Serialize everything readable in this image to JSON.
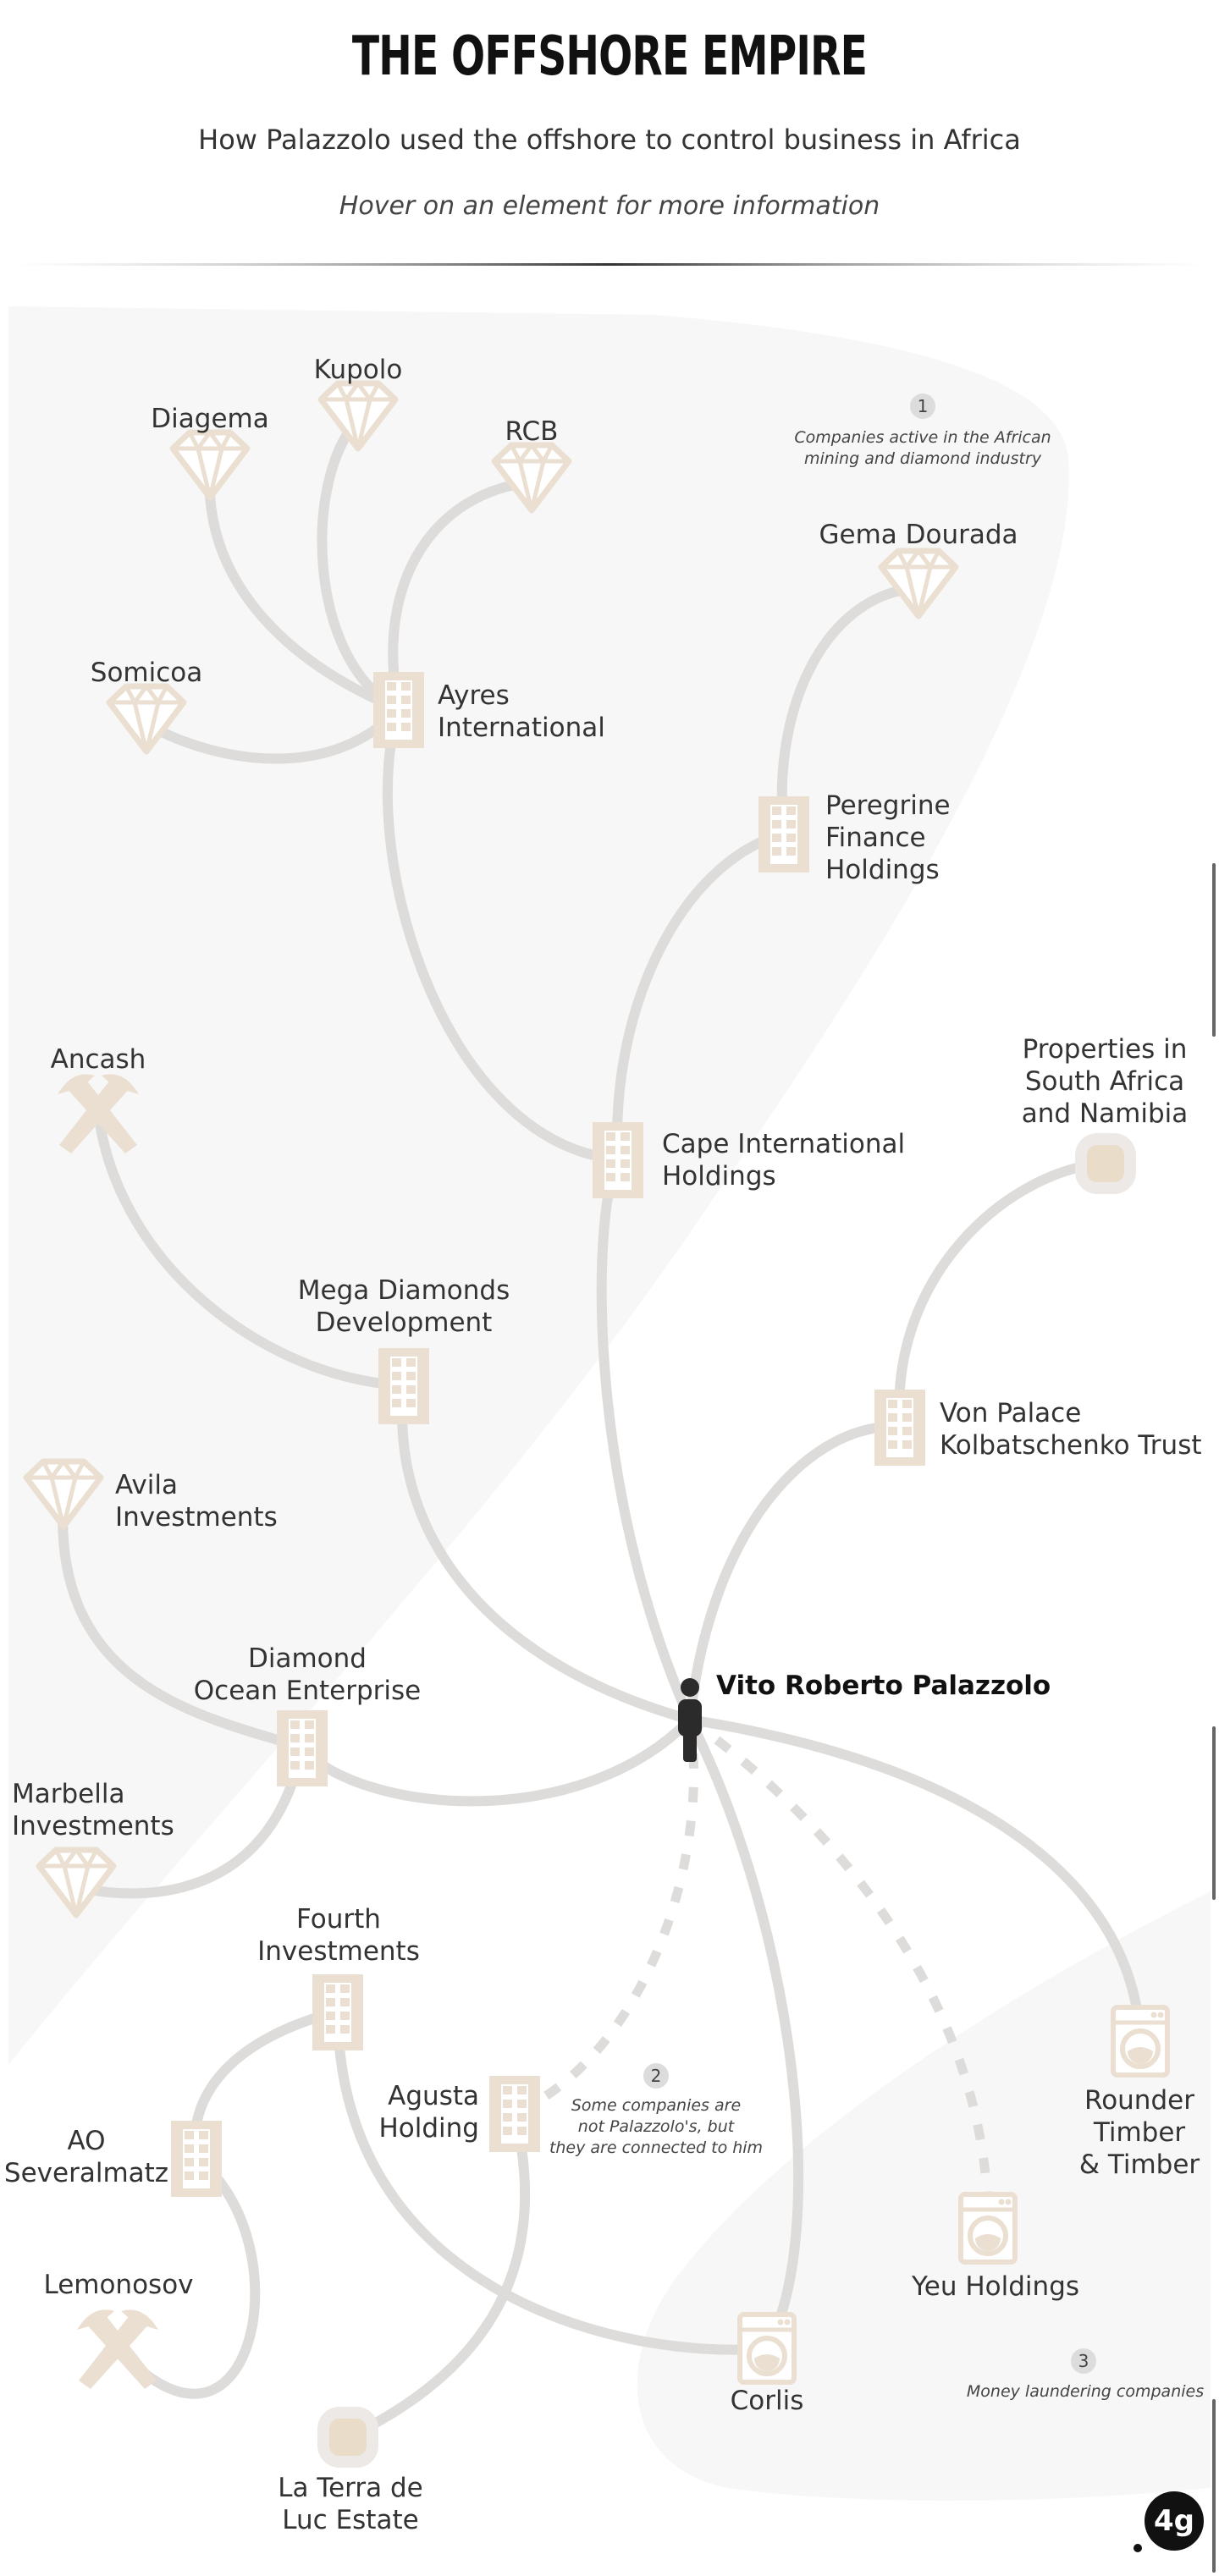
{
  "header": {
    "title": "THE OFFSHORE EMPIRE",
    "subtitle": "How Palazzolo used the offshore to control business in Africa",
    "hint": "Hover on an element for more information"
  },
  "colors": {
    "link": "#dedcda",
    "icon": "#eadfd0",
    "person": "#2b2b2b",
    "zone": "#f7f7f7"
  },
  "central": {
    "name": "Vito Roberto Palazzolo",
    "icon": "person-icon"
  },
  "notes": [
    {
      "number": "1",
      "lines": [
        "Companies active in the African",
        "mining and diamond industry"
      ]
    },
    {
      "number": "2",
      "lines": [
        "Some companies are",
        "not Palazzolo's, but",
        "they are connected to him"
      ]
    },
    {
      "number": "3",
      "lines": [
        "Money laundering companies"
      ]
    }
  ],
  "nodes": [
    {
      "id": "diagema",
      "type": "diamond",
      "lines": [
        "Diagema"
      ]
    },
    {
      "id": "kupolo",
      "type": "diamond",
      "lines": [
        "Kupolo"
      ]
    },
    {
      "id": "rcb",
      "type": "diamond",
      "lines": [
        "RCB"
      ]
    },
    {
      "id": "somicoa",
      "type": "diamond",
      "lines": [
        "Somicoa"
      ]
    },
    {
      "id": "ayres",
      "type": "building",
      "lines": [
        "Ayres",
        "International"
      ]
    },
    {
      "id": "gema",
      "type": "diamond",
      "lines": [
        "Gema Dourada"
      ]
    },
    {
      "id": "peregrine",
      "type": "building",
      "lines": [
        "Peregrine",
        "Finance",
        "Holdings"
      ]
    },
    {
      "id": "ancash",
      "type": "mining",
      "lines": [
        "Ancash"
      ]
    },
    {
      "id": "cape",
      "type": "building",
      "lines": [
        "Cape International",
        "Holdings"
      ]
    },
    {
      "id": "properties",
      "type": "property",
      "lines": [
        "Properties in",
        "South Africa",
        "and Namibia"
      ]
    },
    {
      "id": "mega",
      "type": "building",
      "lines": [
        "Mega Diamonds",
        "Development"
      ]
    },
    {
      "id": "vonpalace",
      "type": "building",
      "lines": [
        "Von Palace",
        "Kolbatschenko Trust"
      ]
    },
    {
      "id": "avila",
      "type": "diamond",
      "lines": [
        "Avila",
        "Investments"
      ]
    },
    {
      "id": "diamondocean",
      "type": "building",
      "lines": [
        "Diamond",
        "Ocean Enterprise"
      ]
    },
    {
      "id": "marbella",
      "type": "diamond",
      "lines": [
        "Marbella",
        "Investments"
      ]
    },
    {
      "id": "fourth",
      "type": "building",
      "lines": [
        "Fourth",
        "Investments"
      ]
    },
    {
      "id": "agusta",
      "type": "building",
      "lines": [
        "Agusta",
        "Holding"
      ]
    },
    {
      "id": "ao",
      "type": "building",
      "lines": [
        "AO",
        "Severalmatz"
      ]
    },
    {
      "id": "lemonosov",
      "type": "mining",
      "lines": [
        "Lemonosov"
      ]
    },
    {
      "id": "laterra",
      "type": "property",
      "lines": [
        "La Terra de",
        "Luc Estate"
      ]
    },
    {
      "id": "corlis",
      "type": "washer",
      "lines": [
        "Corlis"
      ]
    },
    {
      "id": "yeu",
      "type": "washer",
      "lines": [
        "Yeu Holdings"
      ]
    },
    {
      "id": "rounder",
      "type": "washer",
      "lines": [
        "Rounder",
        "Timber",
        "& Timber"
      ]
    }
  ],
  "links": [
    {
      "from": "palazzolo",
      "to": "cape",
      "style": "solid"
    },
    {
      "from": "cape",
      "to": "ayres",
      "style": "solid"
    },
    {
      "from": "cape",
      "to": "peregrine",
      "style": "solid"
    },
    {
      "from": "peregrine",
      "to": "gema",
      "style": "solid"
    },
    {
      "from": "ayres",
      "to": "diagema",
      "style": "solid"
    },
    {
      "from": "ayres",
      "to": "kupolo",
      "style": "solid"
    },
    {
      "from": "ayres",
      "to": "rcb",
      "style": "solid"
    },
    {
      "from": "ayres",
      "to": "somicoa",
      "style": "solid"
    },
    {
      "from": "palazzolo",
      "to": "mega",
      "style": "solid"
    },
    {
      "from": "mega",
      "to": "ancash",
      "style": "solid"
    },
    {
      "from": "palazzolo",
      "to": "vonpalace",
      "style": "solid"
    },
    {
      "from": "vonpalace",
      "to": "properties",
      "style": "solid"
    },
    {
      "from": "palazzolo",
      "to": "diamondocean",
      "style": "solid"
    },
    {
      "from": "diamondocean",
      "to": "avila",
      "style": "solid"
    },
    {
      "from": "diamondocean",
      "to": "marbella",
      "style": "solid"
    },
    {
      "from": "palazzolo",
      "to": "corlis",
      "style": "solid"
    },
    {
      "from": "palazzolo",
      "to": "rounder",
      "style": "solid"
    },
    {
      "from": "palazzolo",
      "to": "agusta",
      "style": "dashed"
    },
    {
      "from": "palazzolo",
      "to": "yeu",
      "style": "dashed"
    },
    {
      "from": "fourth",
      "to": "ao",
      "style": "solid"
    },
    {
      "from": "ao",
      "to": "lemonosov",
      "style": "solid"
    },
    {
      "from": "fourth",
      "to": "corlis",
      "style": "solid"
    },
    {
      "from": "agusta",
      "to": "laterra",
      "style": "solid"
    }
  ],
  "logo": {
    "text": "4g"
  }
}
